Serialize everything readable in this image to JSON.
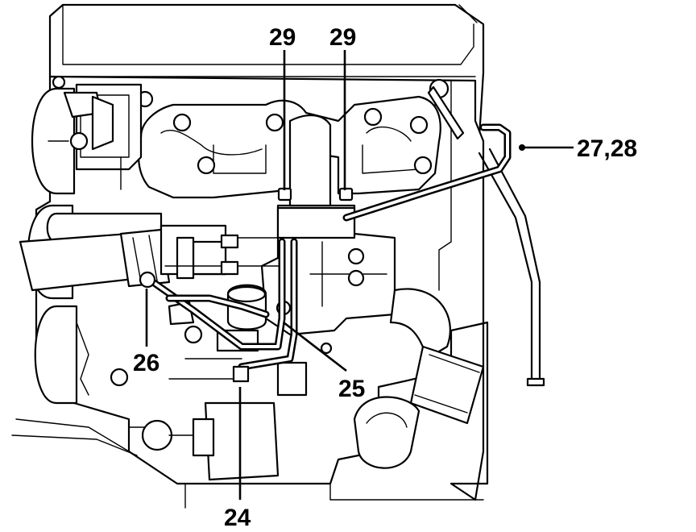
{
  "labels": {
    "callout_24": "24",
    "callout_25": "25",
    "callout_26": "26",
    "callout_27_28": "27,28",
    "callout_29_left": "29",
    "callout_29_right": "29"
  }
}
